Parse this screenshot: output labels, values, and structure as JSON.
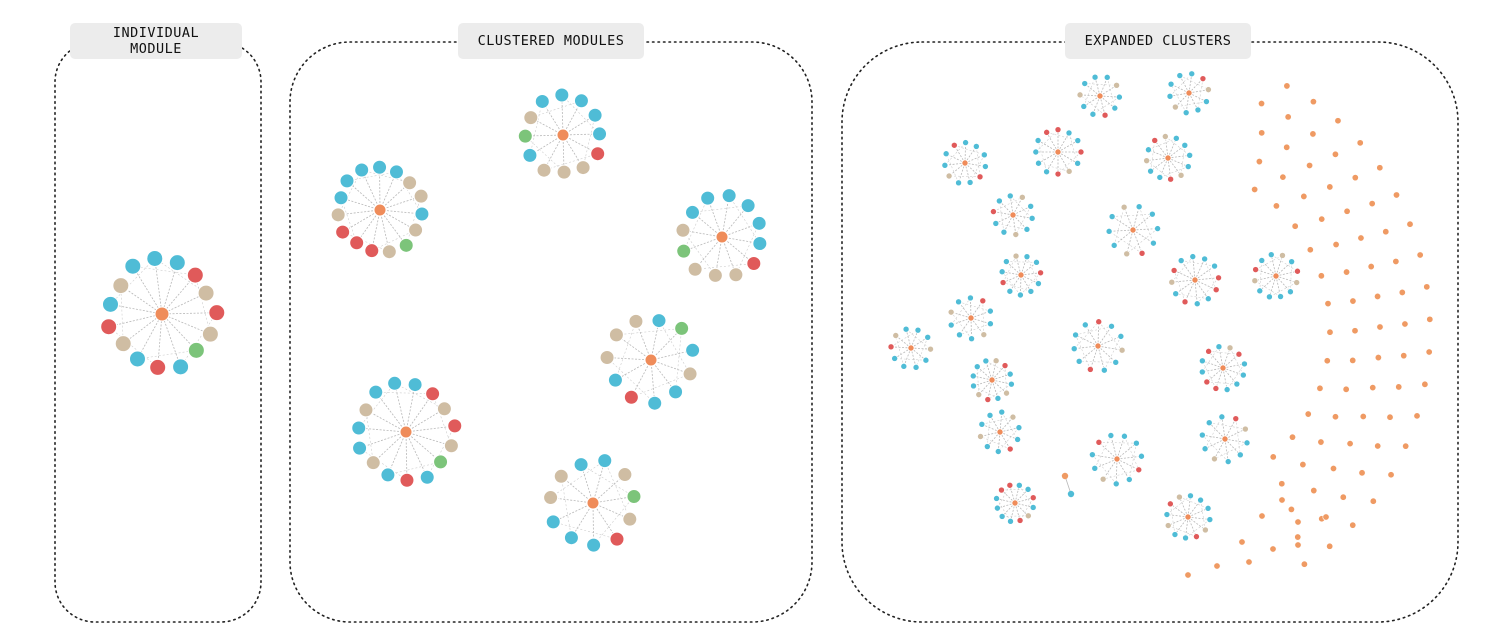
{
  "panels": [
    {
      "id": "individual",
      "label": "INDIVIDUAL\nMODULE"
    },
    {
      "id": "clustered",
      "label": "CLUSTERED MODULES"
    },
    {
      "id": "expanded",
      "label": "EXPANDED CLUSTERS"
    }
  ],
  "colors": {
    "hub": "#ef8c5a",
    "blue": "#4fbcd6",
    "tan": "#cfbda3",
    "red": "#e05a5a",
    "green": "#7cc47a",
    "orange_small": "#ef9a63",
    "edge": "#b8b8b8",
    "frame": "#222222",
    "label_bg": "#ececec"
  },
  "legend_note": "",
  "icons": [
    "dotted-frame",
    "graph-node",
    "hub-node"
  ]
}
